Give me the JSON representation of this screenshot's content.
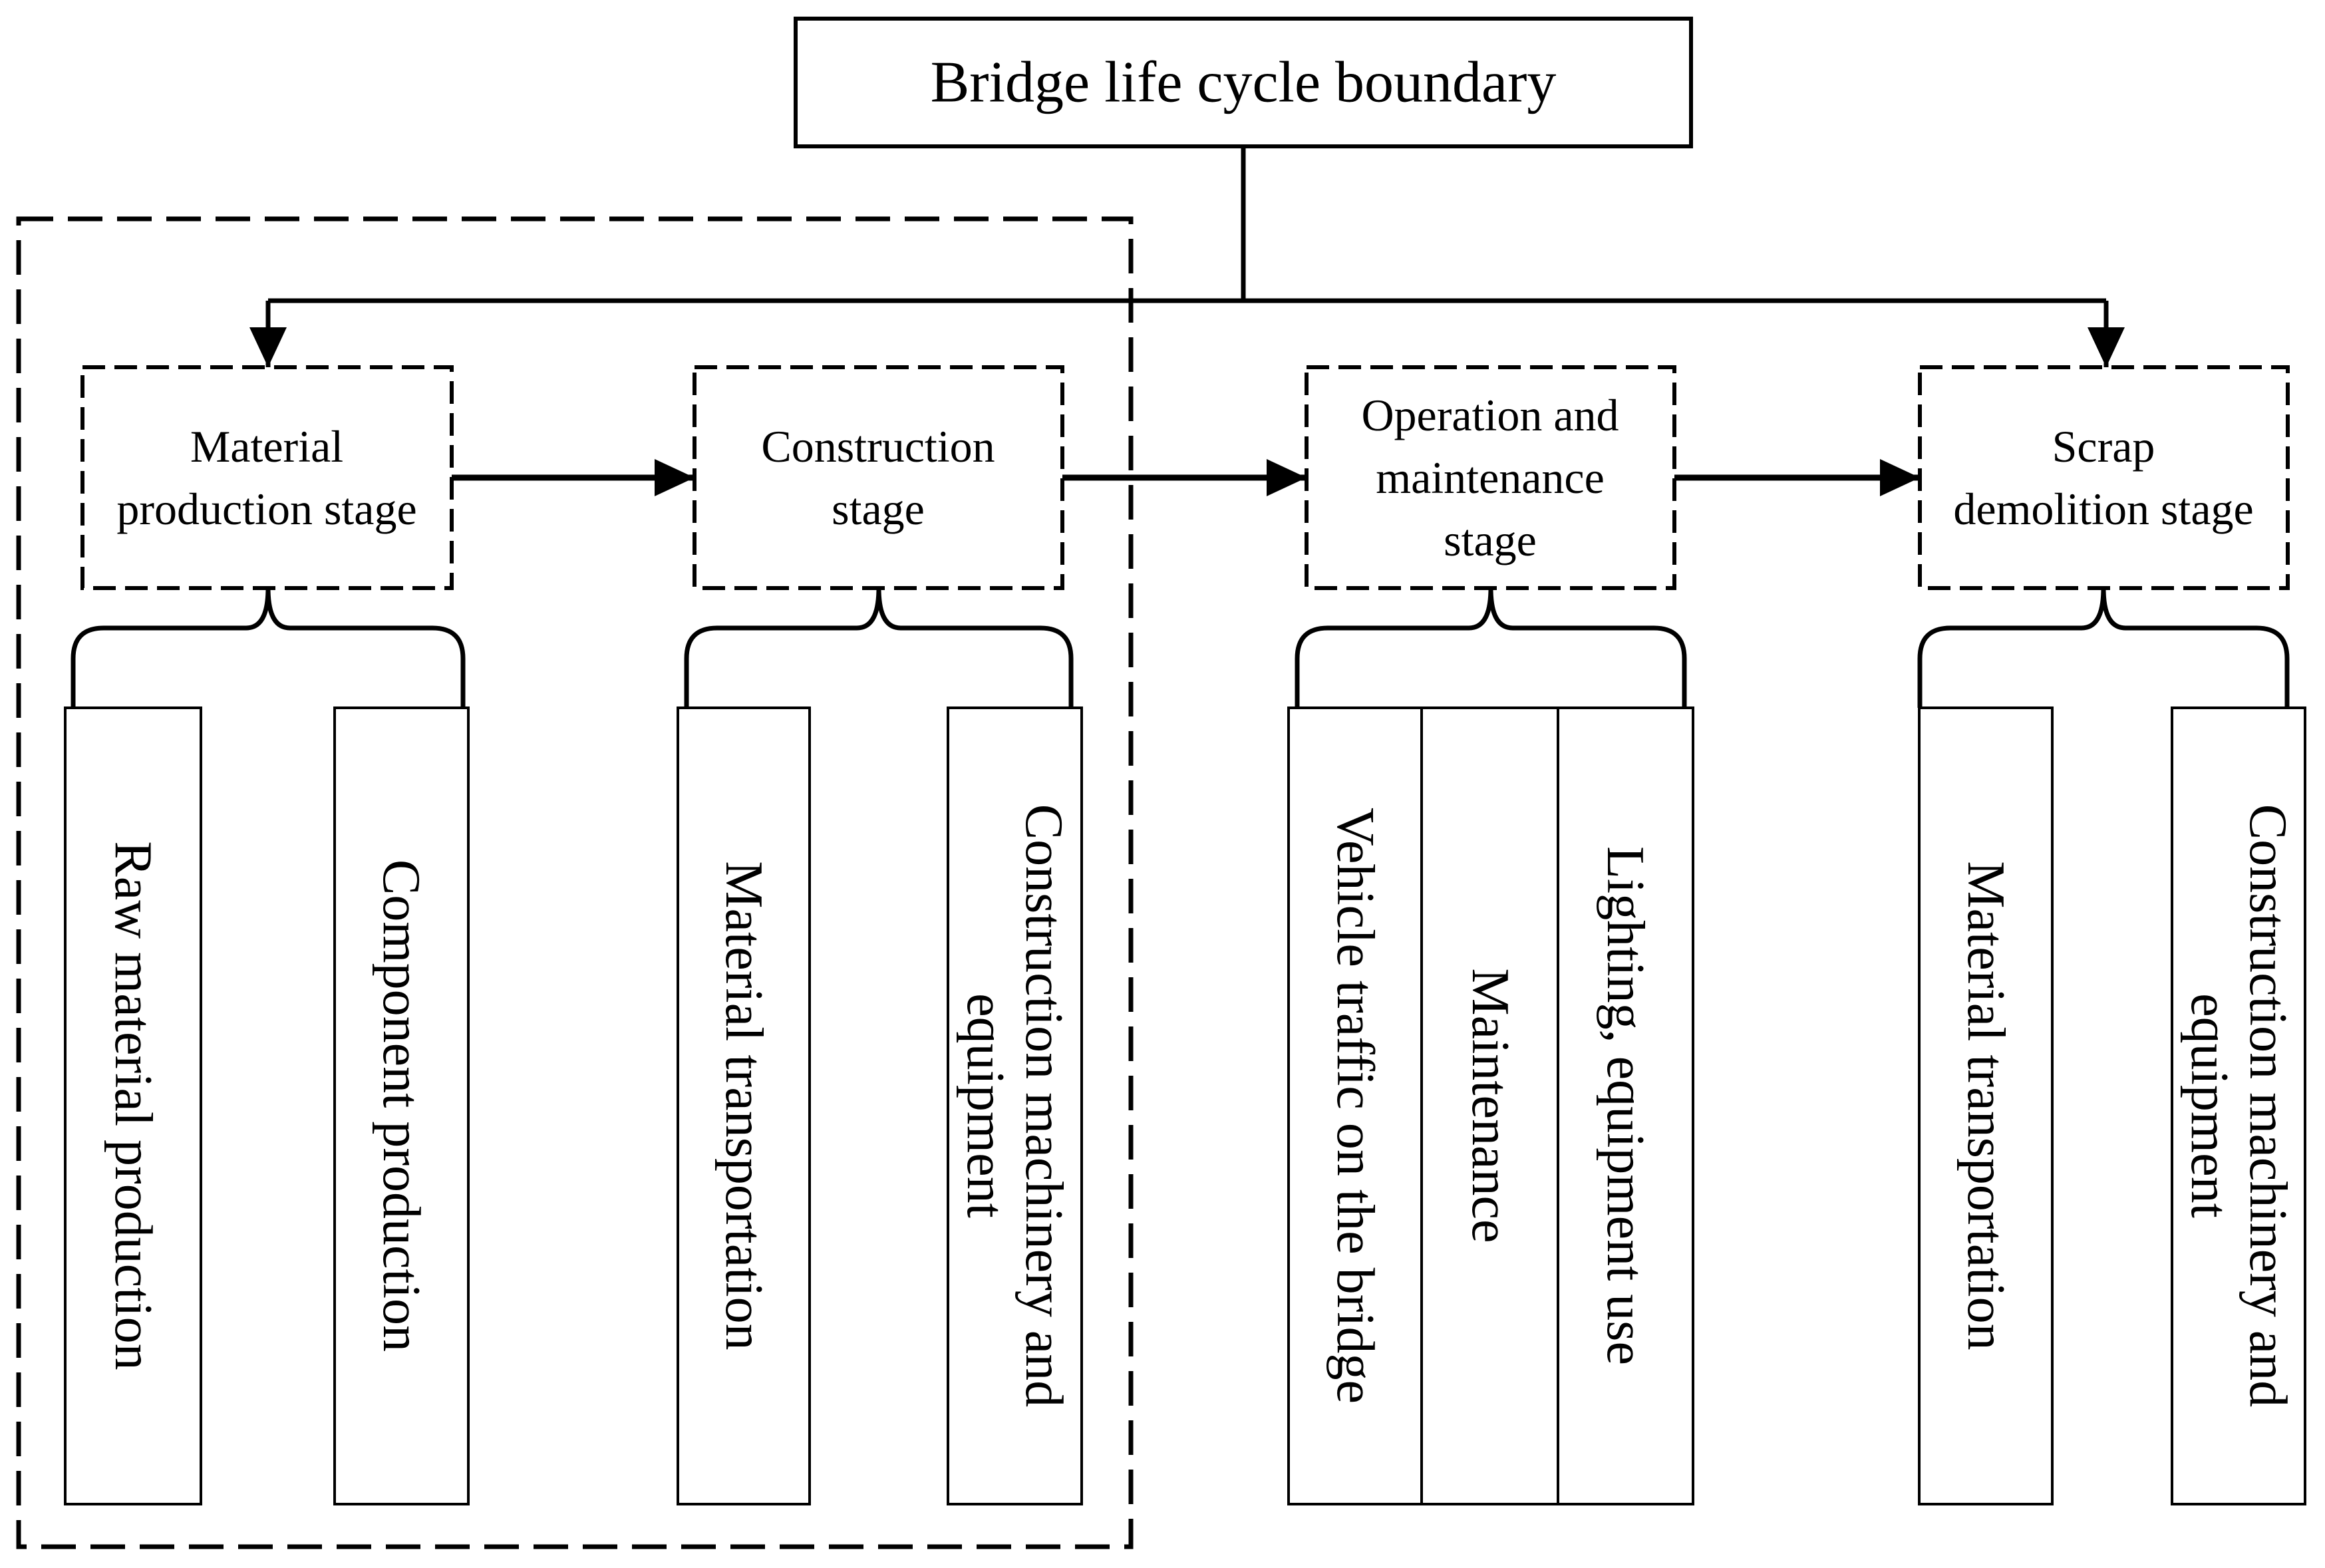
{
  "diagram": {
    "root": {
      "label": "Bridge life cycle boundary"
    },
    "stages": [
      {
        "lines": [
          "Material",
          "production stage"
        ]
      },
      {
        "lines": [
          "Construction",
          "stage"
        ]
      },
      {
        "lines": [
          "Operation and",
          "maintenance",
          "stage"
        ]
      },
      {
        "lines": [
          "Scrap",
          "demolition stage"
        ]
      }
    ],
    "processes": [
      {
        "lines": [
          "Raw material production"
        ]
      },
      {
        "lines": [
          "Component production"
        ]
      },
      {
        "lines": [
          "Material transportation"
        ]
      },
      {
        "lines": [
          "Construction machinery and",
          "equipment"
        ]
      },
      {
        "lines": [
          "Vehicle traffic on the bridge"
        ]
      },
      {
        "lines": [
          "Maintenance"
        ]
      },
      {
        "lines": [
          "Lighting, equipment use"
        ]
      },
      {
        "lines": [
          "Material transportation"
        ]
      },
      {
        "lines": [
          "Construction machinery and",
          "equipment"
        ]
      }
    ],
    "colors": {
      "line": "#000000",
      "background": "#ffffff"
    }
  }
}
